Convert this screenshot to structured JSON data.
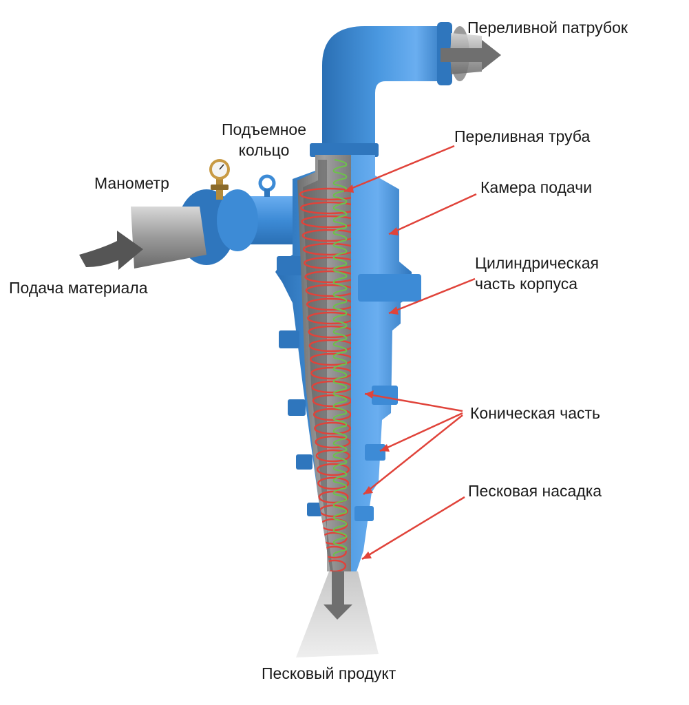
{
  "labels": {
    "overflow_nozzle": "Переливной патрубок",
    "lifting_ring_line1": "Подъемное",
    "lifting_ring_line2": "кольцо",
    "overflow_pipe": "Переливная труба",
    "manometer": "Манометр",
    "feed_chamber": "Камера подачи",
    "cylindrical_line1": "Цилиндрическая",
    "cylindrical_line2": "часть корпуса",
    "material_feed": "Подача материала",
    "conical_part": "Коническая часть",
    "sand_nozzle": "Песковая насадка",
    "sand_product": "Песковый продукт"
  },
  "colors": {
    "body": "#3d8bd6",
    "body_dark": "#2a6fb4",
    "body_light": "#6aaef0",
    "interior": "#8c8c8c",
    "spiral_outer": "#e0433a",
    "spiral_inner": "#6cc24a",
    "callout": "#e0433a",
    "text": "#1a1a1a"
  },
  "icons": [
    "pressure-gauge-icon",
    "lifting-ring-icon",
    "flow-arrow-icon"
  ]
}
